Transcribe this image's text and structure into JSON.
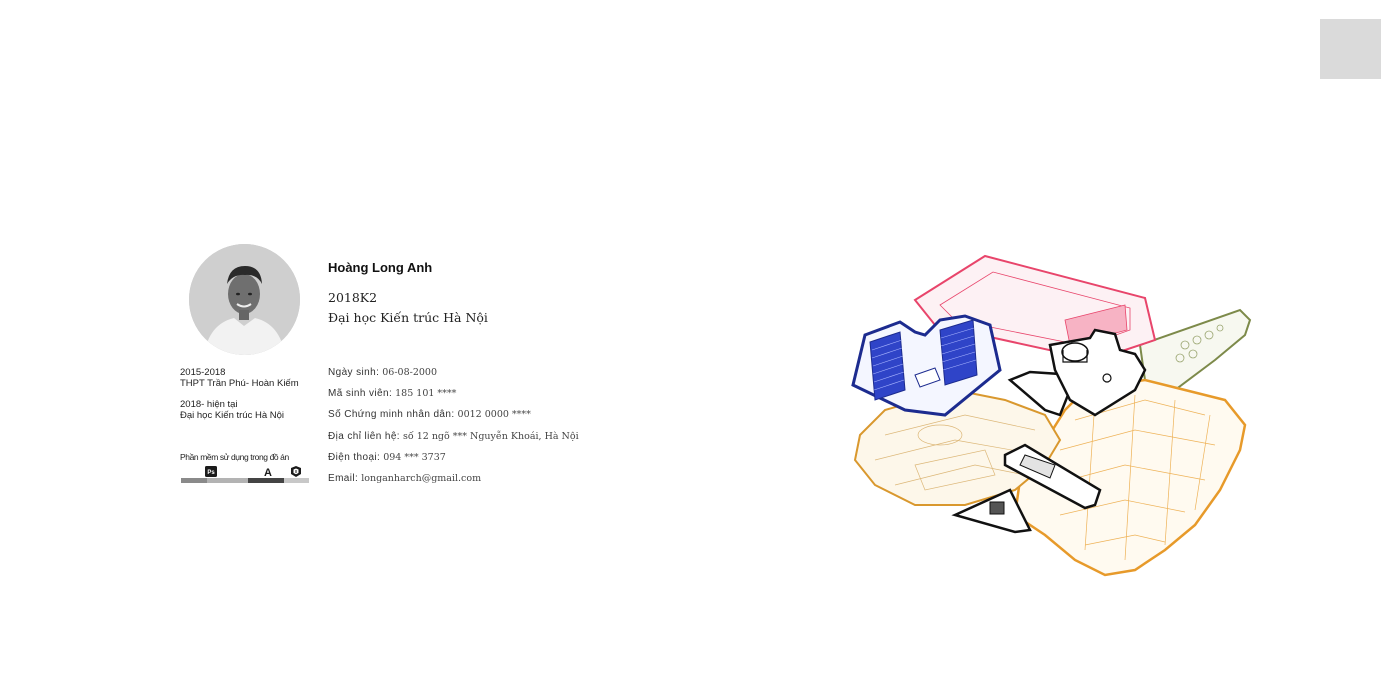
{
  "profile": {
    "name": "Hoàng Long Anh",
    "class_code": "2018K2",
    "school": "Đại học Kiến trúc Hà Nội"
  },
  "education": [
    {
      "years": "2015-2018",
      "school": "THPT Trần Phú- Hoàn Kiếm"
    },
    {
      "years": "2018- hiện tại",
      "school": "Đại học Kiến trúc Hà Nội"
    }
  ],
  "software": {
    "title": "Phần mềm sử dụng trong đồ án",
    "icons": [
      {
        "icon": "photoshop-icon",
        "label": "Ps"
      },
      {
        "icon": "autocad-icon",
        "label": "A"
      },
      {
        "icon": "sketchup-icon",
        "label": ""
      }
    ],
    "bar_colors": [
      "#8a8a8a",
      "#b3b3b3",
      "#444444",
      "#c8c8c8"
    ]
  },
  "info": [
    {
      "label": "Ngày sinh:",
      "value": "06-08-2000"
    },
    {
      "label": "Mã sinh viên:",
      "value": "185 101 ****"
    },
    {
      "label": "Số Chứng minh nhân dân:",
      "value": "0012 0000 ****"
    },
    {
      "label": "Địa chỉ liên hệ:",
      "value": "số 12 ngõ *** Nguyễn Khoái, Hà Nội"
    },
    {
      "label": "Điện thoại:",
      "value": "094 *** 3737"
    },
    {
      "label": "Email:",
      "value": "longanharch@gmail.com"
    }
  ],
  "colors": {
    "corner_box": "#dadada",
    "site_red": "#e8456b",
    "site_blue": "#1c2b8f",
    "site_orange": "#e79a2a",
    "site_green": "#7d8a4a"
  }
}
